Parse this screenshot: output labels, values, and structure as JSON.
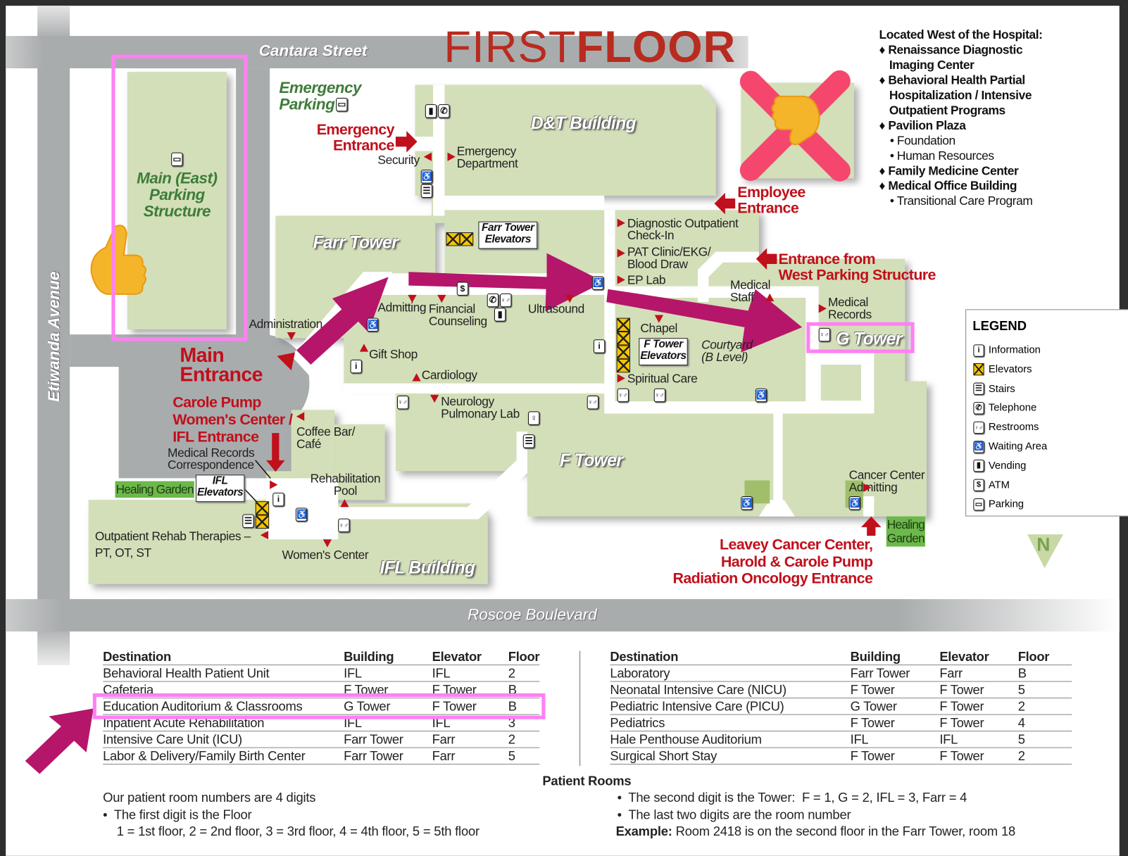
{
  "title": {
    "part1": "FIRST",
    "part2": "FLOOR"
  },
  "streets": {
    "north": "Cantara Street",
    "west": "Etiwanda Avenue",
    "south": "Roscoe Boulevard"
  },
  "colors": {
    "building": "#d3dfb8",
    "road": "#a9acad",
    "entrance_red": "#c0101c",
    "title_red": "#b92b1f",
    "highlight_pink": "#ff80f4",
    "arrow_magenta": "#b5166a",
    "elevator_yellow": "#f5c400",
    "garden_green": "#6cb84a"
  },
  "buildings": {
    "dt": "D&T Building",
    "farr": "Farr Tower",
    "f": "F Tower",
    "g": "G Tower",
    "ifl": "IFL Building"
  },
  "parking": {
    "emergency": "Emergency\nParking",
    "main": "Main (East)\nParking\nStructure"
  },
  "entrances": {
    "emergency": "Emergency\nEntrance",
    "employee": "Employee\nEntrance",
    "west_parking": "Entrance from\nWest Parking Structure",
    "main": "Main\nEntrance",
    "womens": "Carole Pump\nWomen's Center /\nIFL Entrance",
    "cancer": "Leavey Cancer Center,\nHarold & Carole Pump\nRadiation Oncology Entrance"
  },
  "elevators": {
    "farr": "Farr Tower\nElevators",
    "f": "F Tower\nElevators",
    "ifl": "IFL\nElevators"
  },
  "places": {
    "security": "Security",
    "emergency_dept": "Emergency\nDepartment",
    "diagnostic": "Diagnostic Outpatient\nCheck-In",
    "pat": "PAT Clinic/EKG/\nBlood Draw",
    "ep_lab": "EP Lab",
    "medical_staff": "Medical\nStaff",
    "medical_records": "Medical\nRecords",
    "admitting": "Admitting",
    "financial": "Financial\nCounseling",
    "ultrasound": "Ultrasound",
    "administration": "Administration",
    "gift_shop": "Gift Shop",
    "cardiology": "Cardiology",
    "chapel": "Chapel",
    "courtyard": "Courtyard\n(B Level)",
    "spiritual": "Spiritual Care",
    "neurology": "Neurology\nPulmonary Lab",
    "coffee": "Coffee Bar/\nCafé",
    "rehab_pool": "Rehabilitation\nPool",
    "med_records_corr": "Medical Records\nCorrespondence",
    "healing_garden_w": "Healing Garden",
    "healing_garden_e": "Healing\nGarden",
    "outpatient_rehab": "Outpatient Rehab Therapies –\n   PT, OT, ST",
    "womens_center": "Women's Center",
    "cancer_admitting": "Cancer Center\nAdmitting"
  },
  "west_list": {
    "heading": "Located West of the Hospital:",
    "items": [
      {
        "type": "d",
        "text": "♦ Renaissance Diagnostic Imaging Center"
      },
      {
        "type": "d",
        "text": "♦ Behavioral Health Partial Hospitalization / Intensive Outpatient Programs"
      },
      {
        "type": "d",
        "text": "♦ Pavilion Plaza"
      },
      {
        "type": "s",
        "text": "• Foundation"
      },
      {
        "type": "s",
        "text": "• Human Resources"
      },
      {
        "type": "d",
        "text": "♦ Family Medicine Center"
      },
      {
        "type": "d",
        "text": "♦ Medical Office Building"
      },
      {
        "type": "s",
        "text": "• Transitional Care Program"
      }
    ]
  },
  "legend": {
    "title": "LEGEND",
    "items": [
      {
        "icon": "information-icon",
        "glyph": "i",
        "label": "Information"
      },
      {
        "icon": "elevator-icon",
        "glyph": "",
        "label": "Elevators"
      },
      {
        "icon": "stairs-icon",
        "glyph": "☰",
        "label": "Stairs"
      },
      {
        "icon": "telephone-icon",
        "glyph": "✆",
        "label": "Telephone"
      },
      {
        "icon": "restrooms-icon",
        "glyph": "♀♂",
        "label": "Restrooms"
      },
      {
        "icon": "waiting-area-icon",
        "glyph": "♿",
        "label": "Waiting Area"
      },
      {
        "icon": "vending-icon",
        "glyph": "▮",
        "label": "Vending"
      },
      {
        "icon": "atm-icon",
        "glyph": "$",
        "label": "ATM"
      },
      {
        "icon": "parking-icon",
        "glyph": "▭",
        "label": "Parking"
      }
    ]
  },
  "compass": "N",
  "directory": {
    "headers": [
      "Destination",
      "Building",
      "Elevator",
      "Floor"
    ],
    "left": [
      [
        "Behavioral Health Patient Unit",
        "IFL",
        "IFL",
        "2"
      ],
      [
        "Cafeteria",
        "F Tower",
        "F Tower",
        "B"
      ],
      [
        "Education Auditorium & Classrooms",
        "G Tower",
        "F Tower",
        "B"
      ],
      [
        "Inpatient Acute Rehabilitation",
        "IFL",
        "IFL",
        "3"
      ],
      [
        "Intensive Care Unit (ICU)",
        "Farr Tower",
        "Farr",
        "2"
      ],
      [
        "Labor & Delivery/Family Birth Center",
        "Farr Tower",
        "Farr",
        "5"
      ]
    ],
    "right": [
      [
        "Laboratory",
        "Farr Tower",
        "Farr",
        "B"
      ],
      [
        "Neonatal Intensive Care (NICU)",
        "F Tower",
        "F Tower",
        "5"
      ],
      [
        "Pediatric Intensive Care (PICU)",
        "G Tower",
        "F Tower",
        "2"
      ],
      [
        "Pediatrics",
        "F Tower",
        "F Tower",
        "4"
      ],
      [
        "Hale Penthouse Auditorium",
        "IFL",
        "IFL",
        "5"
      ],
      [
        "Surgical Short Stay",
        "F Tower",
        "F Tower",
        "2"
      ]
    ]
  },
  "patient_rooms": {
    "heading": "Patient Rooms",
    "left": [
      "Our patient room numbers are 4 digits",
      "•  The first digit is the Floor",
      "    1 = 1st floor, 2 = 2nd floor, 3 = 3rd floor, 4 = 4th floor, 5 = 5th floor"
    ],
    "right": [
      "•  The second digit is the Tower:  F = 1, G = 2, IFL = 3, Farr = 4",
      "•  The last two digits are the room number"
    ],
    "example_label": "Example:",
    "example_text": " Room 2418 is on the second floor in the Farr Tower, room 18"
  }
}
